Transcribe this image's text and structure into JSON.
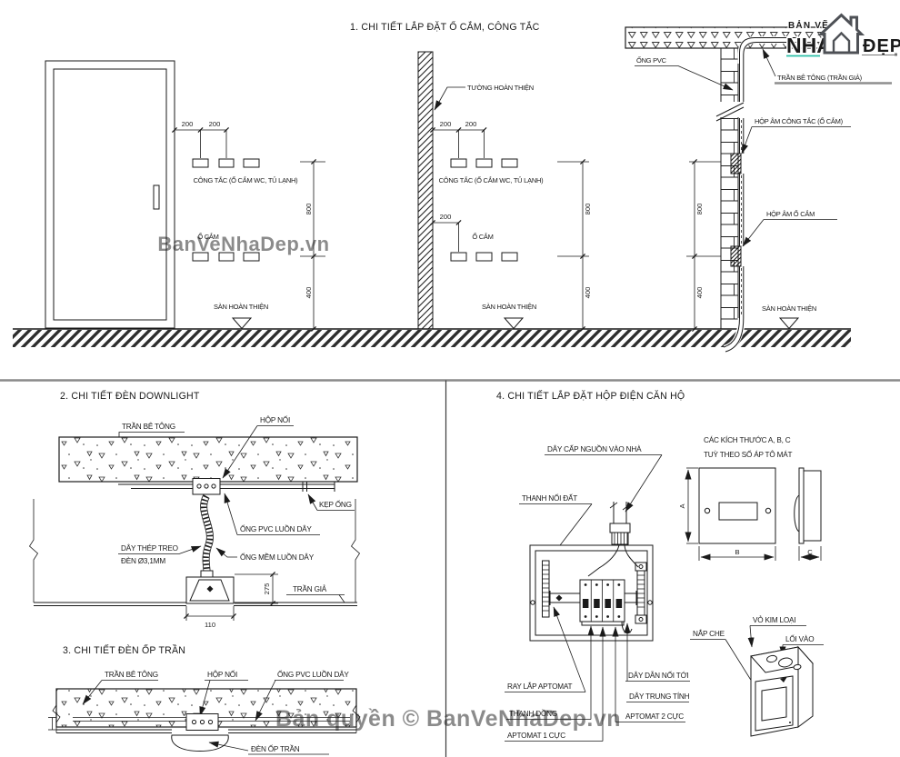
{
  "watermarks": {
    "center": "BanVeNhaDep.vn",
    "bottom": "Bản quyền © BanVeNhaDep.vn",
    "color": "#b5b5b5"
  },
  "logo": {
    "ban_ve": "BẢN VẼ",
    "nha": "NHÀ",
    "dep": "ĐẸP",
    "teal": "#2cbfa6",
    "dark": "#4e5156"
  },
  "section1": {
    "title": "1. CHI TIẾT LẮP ĐẶT Ổ CẮM, CÔNG TẮC",
    "labels": {
      "cong_tac": "CÔNG TẮC (Ổ CẮM WC, TỦ LẠNH)",
      "o_cam": "Ổ CẮM",
      "san_hoan_thien": "SÀN HOÀN THIỆN",
      "tuong_hoan_thien": "TƯỜNG HOÀN THIỆN",
      "ong_pvc": "ỐNG PVC",
      "tran_be_tong": "TRẦN BÊ TÔNG (TRẦN GIẢ)",
      "hop_am_cong_tac": "HỘP ÂM CÔNG TẮC (Ổ CẮM)",
      "hop_am_o_cam": "HỘP ÂM Ổ CẮM"
    },
    "dims": {
      "d200": "200",
      "d800": "800",
      "d400": "400"
    }
  },
  "section2": {
    "title": "2. CHI TIẾT ĐÈN DOWNLIGHT",
    "labels": {
      "tran_be_tong": "TRẦN BÊ TÔNG",
      "hop_noi": "HỘP NỐI",
      "kep_ong": "KẸP ỐNG",
      "ong_pvc_luon_day": "ỐNG PVC LUỒN DÂY",
      "day_thep_treo_1": "DÂY THÉP TREO",
      "day_thep_treo_2": "ĐÈN Ø3,1MM",
      "ong_mem_luon_day": "ỐNG MỀM LUỒN DÂY",
      "tran_gia": "TRẦN GIẢ"
    },
    "dims": {
      "d110": "110",
      "d275": "275"
    }
  },
  "section3": {
    "title": "3. CHI TIẾT ĐÈN ỐP TRẦN",
    "labels": {
      "tran_be_tong": "TRẦN BÊ TÔNG",
      "hop_noi": "HỘP NỐI",
      "ong_pvc_luon_day": "ỐNG PVC LUỒN DÂY",
      "den_op_tran": "ĐÈN ỐP TRẦN"
    }
  },
  "section4": {
    "title": "4. CHI TIẾT LẮP ĐẶT HỘP ĐIỆN CĂN HỘ",
    "labels": {
      "day_cap_nguon": "DÂY CẤP NGUỒN VÀO NHÀ",
      "thanh_noi_dat": "THANH NỐI ĐẤT",
      "kich_thuoc_1": "CÁC KÍCH THƯỚC A, B, C",
      "kich_thuoc_2": "TUỲ THEO SỐ ÁP TÔ MÁT",
      "ray_lap_aptomat": "RAY LẮP APTOMAT",
      "thanh_dong": "THANH ĐỒNG",
      "aptomat_1_cuc": "APTOMAT 1 CỰC",
      "day_dan_noi_toi": "DÂY DẪN NỐI TỚI",
      "day_trung_tinh": "DÂY TRUNG TÍNH",
      "aptomat_2_cuc": "APTOMAT 2 CỰC",
      "nap_che": "NẮP CHE",
      "vo_kim_loai": "VỎ KIM LOẠI",
      "loi_vao": "LỐI VÀO"
    },
    "dims": {
      "A": "A",
      "B": "B",
      "C": "C"
    }
  }
}
